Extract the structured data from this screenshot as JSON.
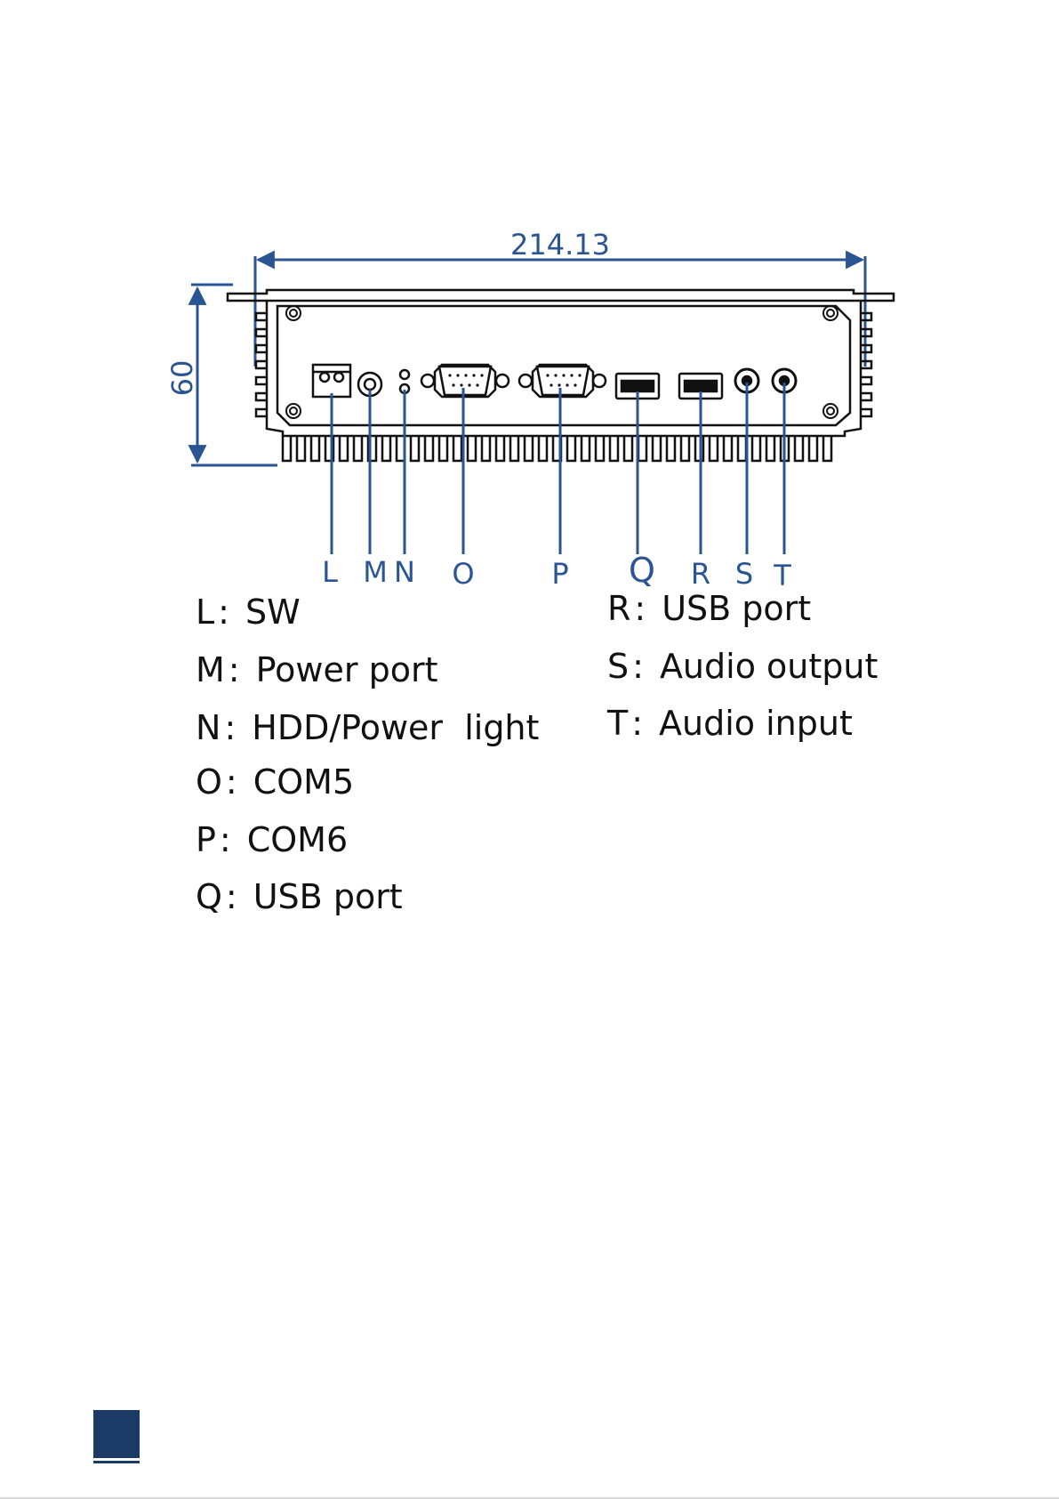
{
  "diagram": {
    "width_dimension": "214.13",
    "height_dimension": "60",
    "callouts": [
      "L",
      "M",
      "N",
      "O",
      "P",
      "Q",
      "R",
      "S",
      "T"
    ]
  },
  "legend": {
    "left": [
      {
        "key": "L",
        "sep": ":",
        "label": "SW"
      },
      {
        "key": "M",
        "sep": ":",
        "label": "Power port"
      },
      {
        "key": "N",
        "sep": ":",
        "label": "HDD/Power  light"
      },
      {
        "key": "O",
        "sep": ":",
        "label": "COM5"
      },
      {
        "key": "P",
        "sep": ":",
        "label": "COM6"
      },
      {
        "key": "Q",
        "sep": ":",
        "label": "USB port"
      }
    ],
    "right": [
      {
        "key": "R",
        "sep": ":",
        "label": "USB port"
      },
      {
        "key": "S",
        "sep": ":",
        "label": "Audio output"
      },
      {
        "key": "T",
        "sep": ":",
        "label": "Audio input"
      }
    ]
  },
  "colors": {
    "accent": "#2a5592",
    "line": "#111111",
    "marker": "#1b3a66"
  }
}
